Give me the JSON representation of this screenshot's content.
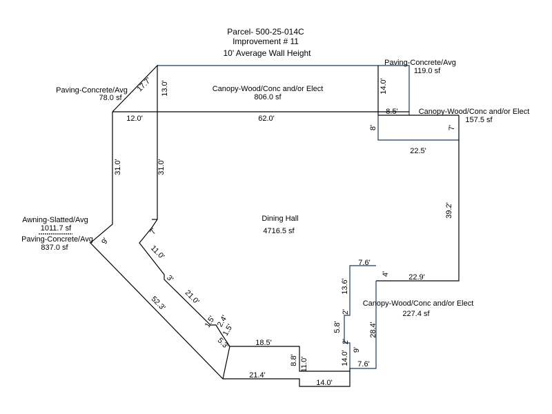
{
  "header": {
    "parcel": "Parcel- 500-25-014C",
    "improvement": "Improvement # 11",
    "wall_height": "10' Average Wall Height"
  },
  "colors": {
    "outline": "#000000",
    "canopy_outline": "#1a3a5c",
    "background": "#ffffff"
  },
  "areas": {
    "paving_top_left": {
      "name": "Paving-Concrete/Avg",
      "area": "78.0 sf"
    },
    "canopy_top": {
      "name": "Canopy-Wood/Conc and/or Elect",
      "area": "806.0 sf"
    },
    "paving_top_right": {
      "name": "Paving-Concrete/Avg",
      "area": "119.0 sf"
    },
    "canopy_right": {
      "name": "Canopy-Wood/Conc and/or Elect",
      "area": "157.5 sf"
    },
    "dining_hall": {
      "name": "Dining Hall",
      "area": "4716.5 sf"
    },
    "awning": {
      "name": "Awning-Slatted/Avg",
      "area": "1011.7 sf"
    },
    "paving_left": {
      "name": "Paving-Concrete/Avg",
      "area": "837.0 sf"
    },
    "canopy_bottom_right": {
      "name": "Canopy-Wood/Conc and/or Elect",
      "area": "227.4 sf"
    }
  },
  "dimensions": {
    "d_17_7": "17.7'",
    "d_13_0": "13.0'",
    "d_14_0_top": "14.0'",
    "d_12_0": "12.0'",
    "d_62_0": "62.0'",
    "d_8_5": "8.5'",
    "d_8_left": "8'",
    "d_7_right": "7'",
    "d_22_5": "22.5'",
    "d_31_0_outer": "31.0'",
    "d_31_0_inner": "31.0'",
    "d_39_2": "39.2'",
    "d_7_inner": "7'",
    "d_9_left": "9'",
    "d_11_0_diag": "11.0'",
    "d_3_diag": "3'",
    "d_21_0": "21.0'",
    "d_52_3": "52.3'",
    "d_1_5": "1.5'",
    "d_2_4": "2.4'",
    "d_1_5b": "1.5'",
    "d_5_3": "5.3'",
    "d_18_5": "18.5'",
    "d_8_8": "8.8'",
    "d_11_0_v": "11.0'",
    "d_21_4": "21.4'",
    "d_14_0_bottom": "14.0'",
    "d_14_0_v": "14.0'",
    "d_7_6_top": "7.6'",
    "d_4": "4'",
    "d_22_9": "22.9'",
    "d_13_6": "13.6'",
    "d_2_a": "2'",
    "d_5_8": "5.8'",
    "d_2_b": "2'",
    "d_28_4": "28.4'",
    "d_9_right": "9'",
    "d_7_6_bottom": "7.6'"
  }
}
